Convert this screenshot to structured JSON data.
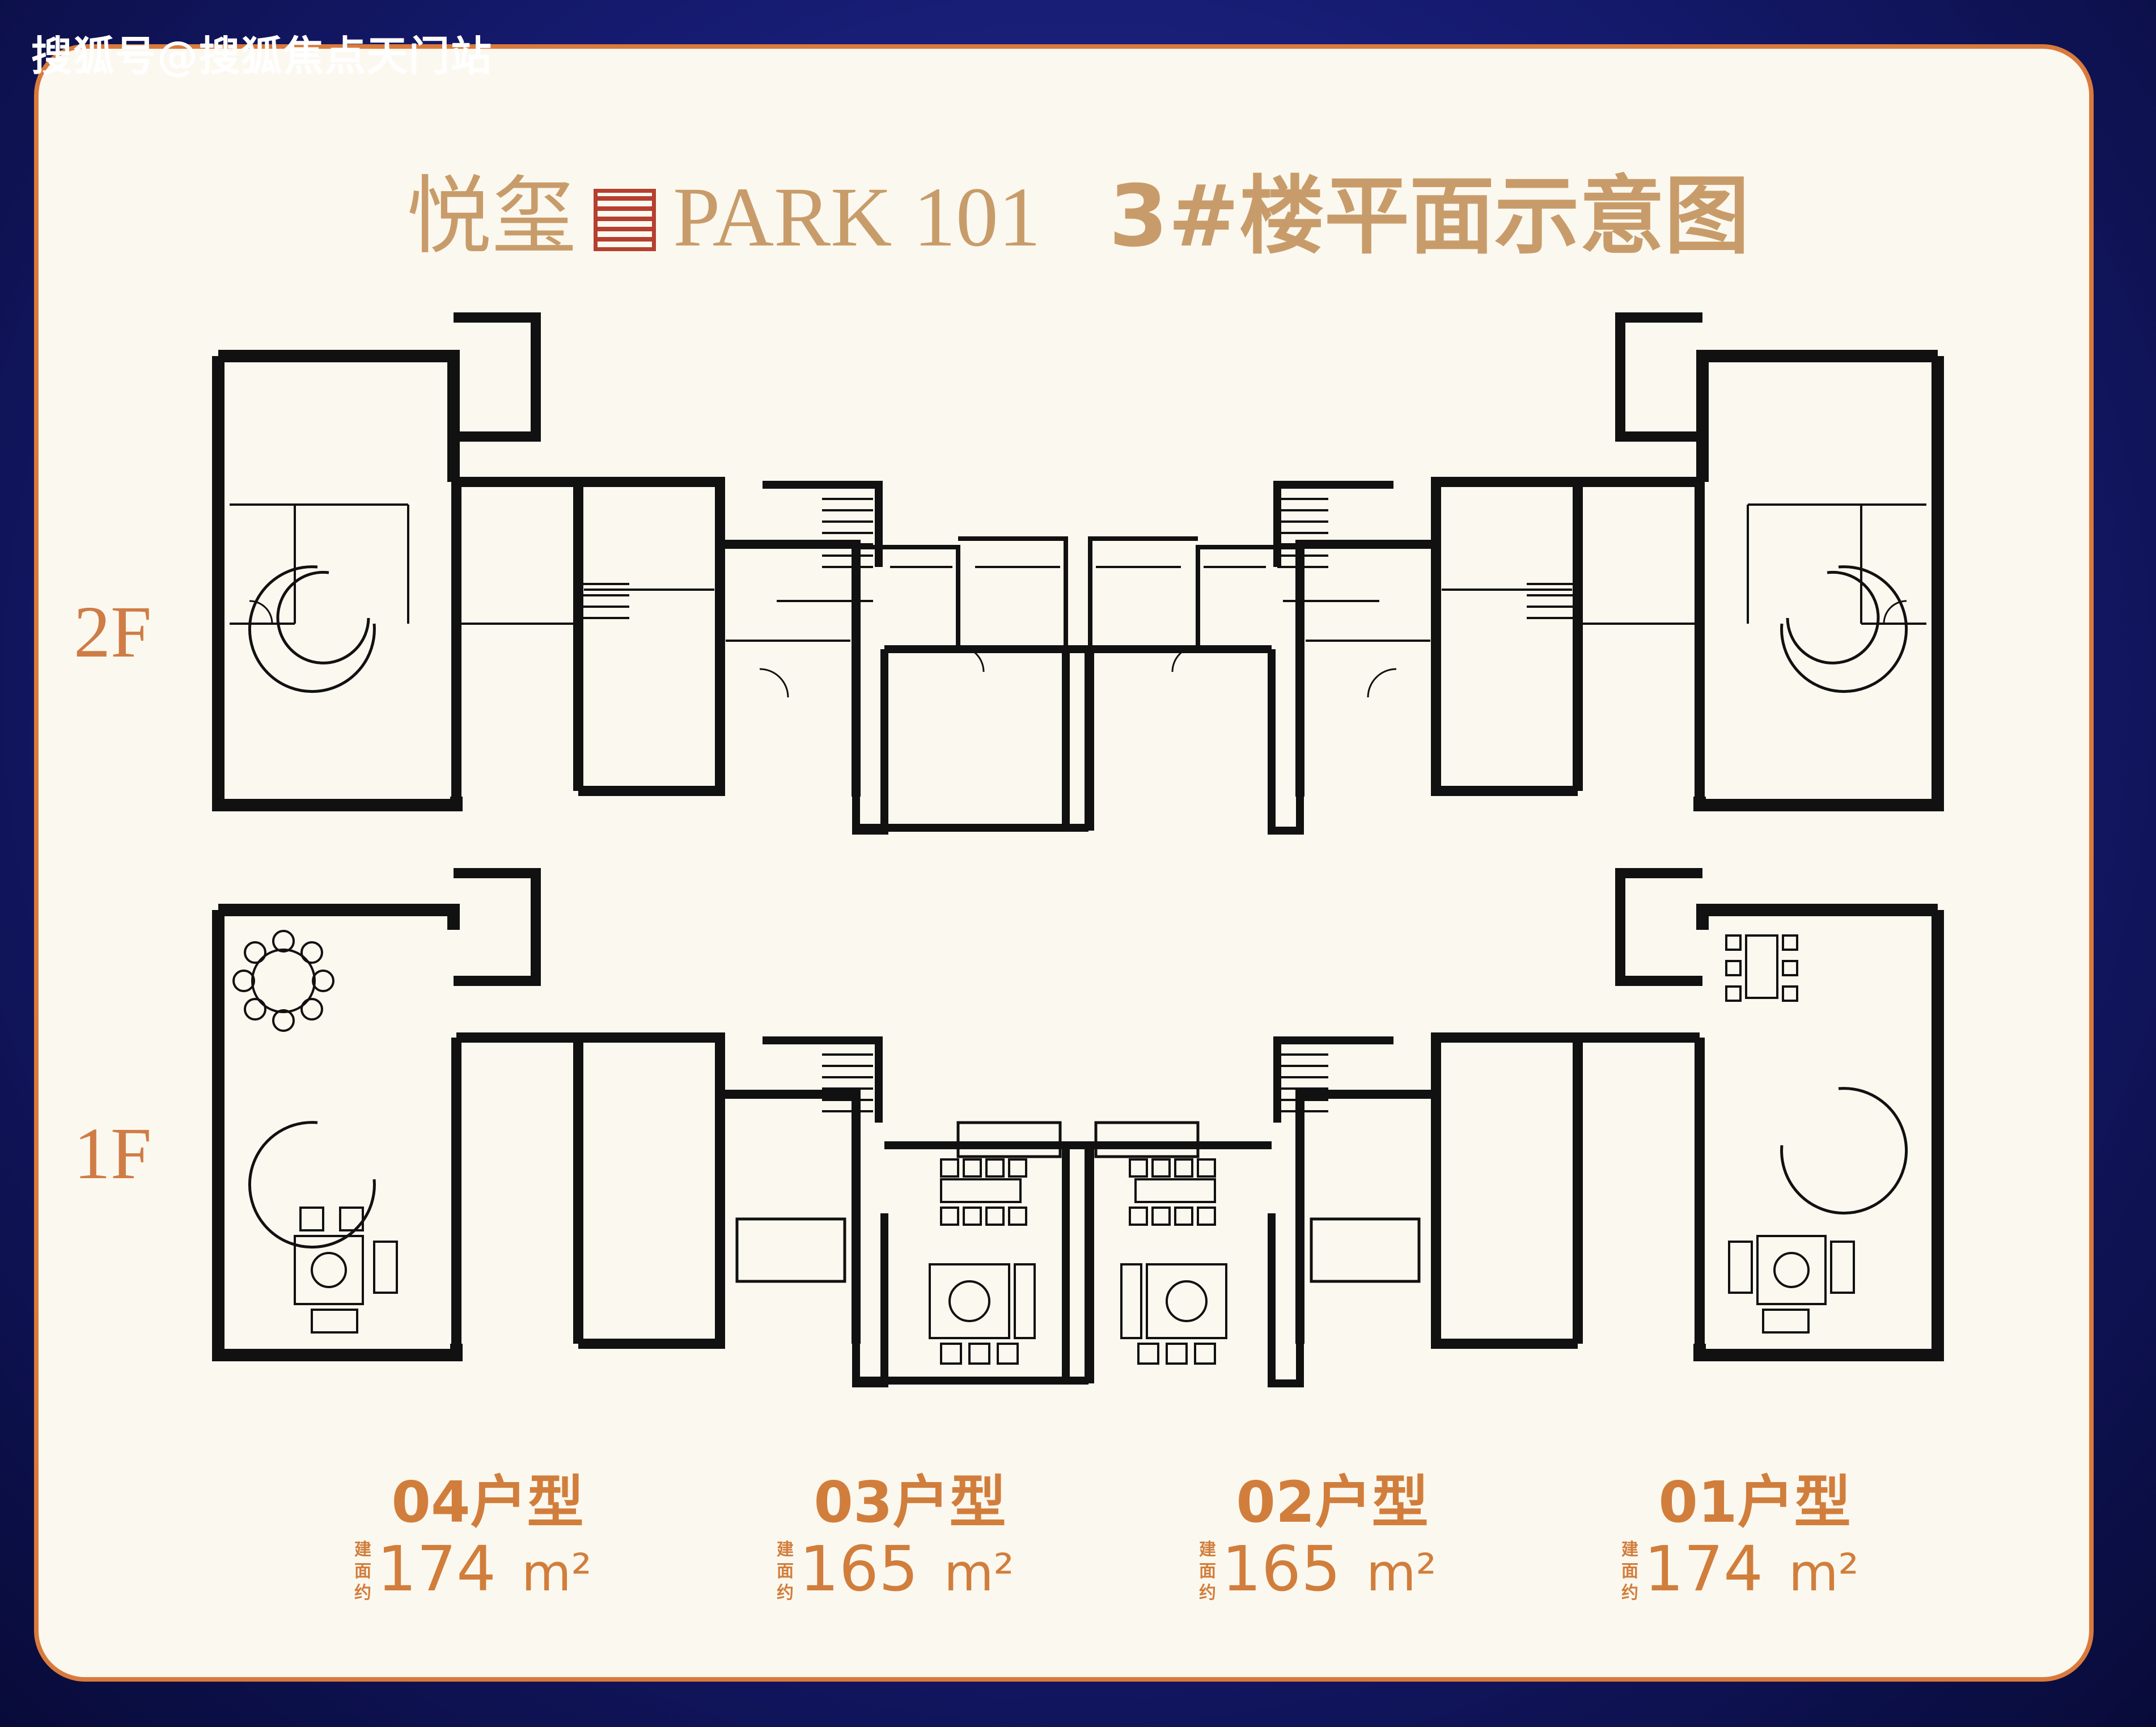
{
  "watermark": "搜狐号@搜狐焦点天门站",
  "title": {
    "brand": "悦玺",
    "name": "PARK 101",
    "subtitle": "3#楼平面示意图"
  },
  "floors": [
    {
      "label": "2F"
    },
    {
      "label": "1F"
    }
  ],
  "units": [
    {
      "type": "04户型",
      "area_prefix": "建面约",
      "area": "174",
      "unit": "m²"
    },
    {
      "type": "03户型",
      "area_prefix": "建面约",
      "area": "165",
      "unit": "m²"
    },
    {
      "type": "02户型",
      "area_prefix": "建面约",
      "area": "165",
      "unit": "m²"
    },
    {
      "type": "01户型",
      "area_prefix": "建面约",
      "area": "174",
      "unit": "m²"
    }
  ],
  "colors": {
    "accent": "#d17e3c",
    "title": "#c89c6a",
    "wall": "#111111",
    "card": "#fbf8ef",
    "border": "#d97a3c",
    "seal": "#b5402f"
  }
}
